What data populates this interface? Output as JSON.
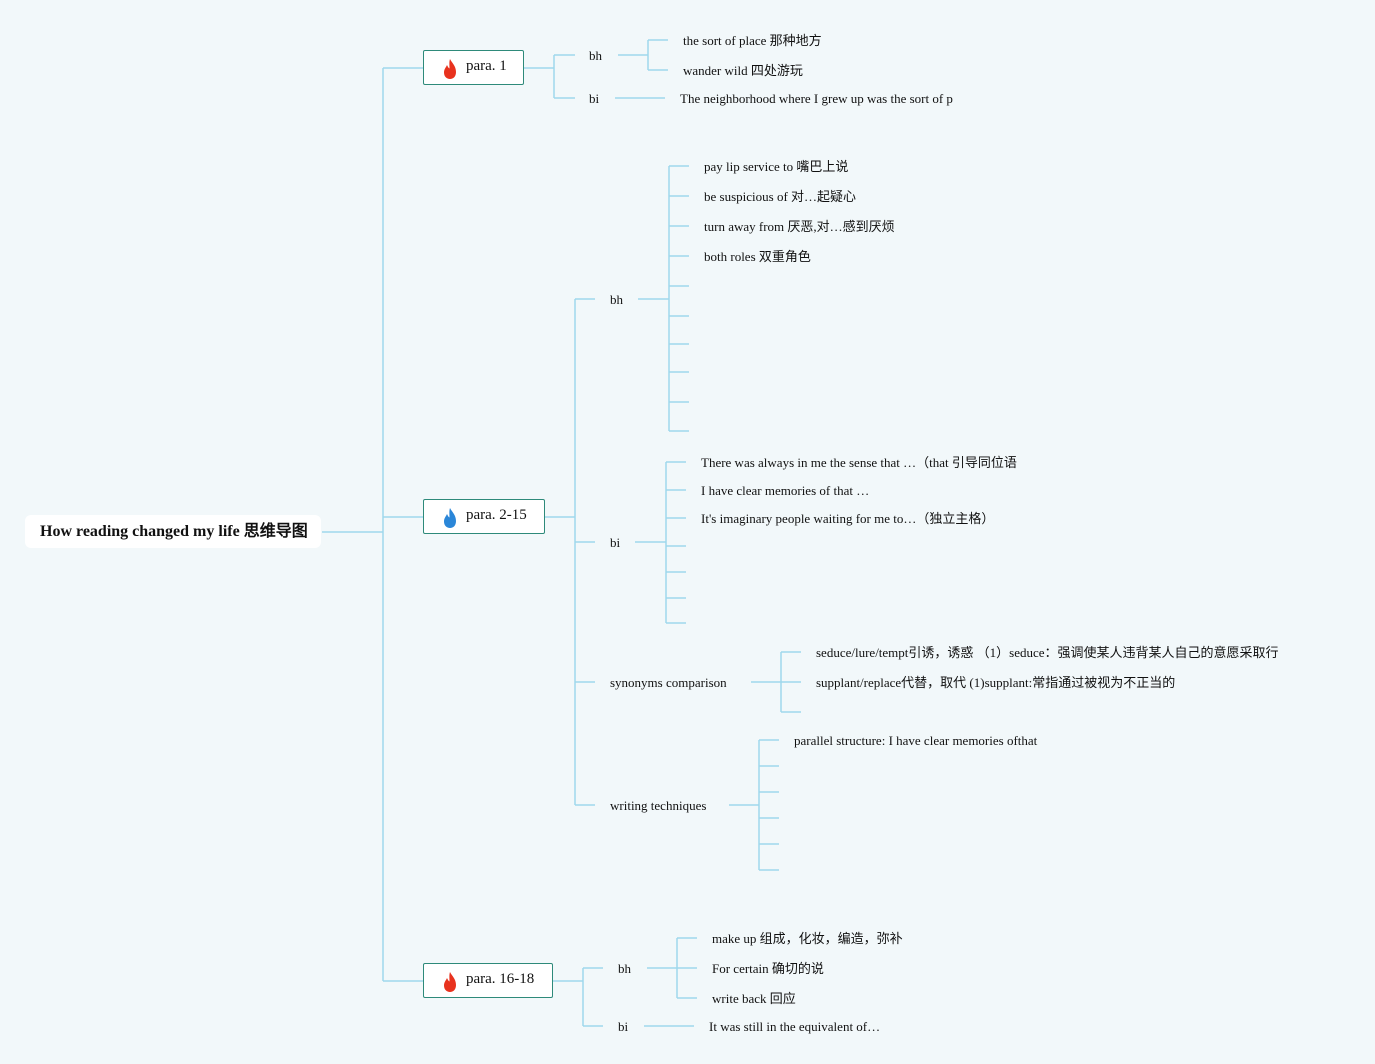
{
  "root": {
    "title": "How reading changed my life 思维导图"
  },
  "para1": {
    "label": "para. 1",
    "icon": "flame-red-icon",
    "bh_label": "bh",
    "bh_items": [
      "the sort of place 那种地方",
      "wander wild 四处游玩"
    ],
    "bi_label": "bi",
    "bi_items": [
      "The neighborhood where I grew up was the sort of p"
    ]
  },
  "para2": {
    "label": "para. 2-15",
    "icon": "flame-blue-icon",
    "bh_label": "bh",
    "bh_items": [
      "pay lip service to 嘴巴上说",
      "be suspicious of 对…起疑心",
      "turn away from 厌恶,对…感到厌烦",
      "both roles 双重角色"
    ],
    "bi_label": "bi",
    "bi_items": [
      "There was always in me the sense that …（that 引导同位语",
      "I have clear memories of that …",
      "It's imaginary people waiting for me to…（独立主格）"
    ],
    "syn_label": "synonyms comparison",
    "syn_items": [
      "seduce/lure/tempt引诱，诱惑 （1）seduce：强调使某人违背某人自己的意愿采取行",
      "supplant/replace代替，取代 (1)supplant:常指通过被视为不正当的"
    ],
    "wt_label": "writing techniques",
    "wt_items": [
      "parallel structure: I have clear memories ofthat"
    ]
  },
  "para3": {
    "label": "para. 16-18",
    "icon": "flame-red-icon",
    "bh_label": "bh",
    "bh_items": [
      "make up 组成，化妆，编造，弥补",
      "For certain 确切的说",
      "write back 回应"
    ],
    "bi_label": "bi",
    "bi_items": [
      "It was still in the equivalent of…"
    ]
  },
  "colors": {
    "line": "#9fd8ec",
    "box_border": "#2e8a7a",
    "flame_red": "#e8321e",
    "flame_blue": "#2a86d8"
  }
}
